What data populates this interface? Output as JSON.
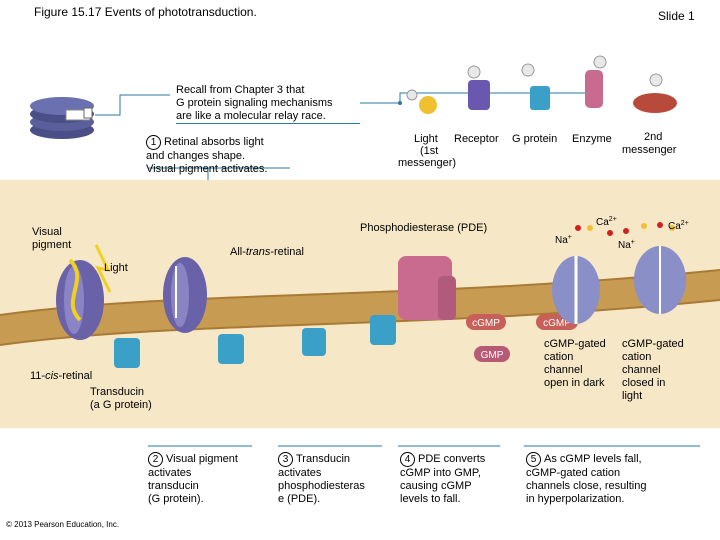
{
  "header": {
    "title": "Figure 15.17  Events of phototransduction.",
    "slide": "Slide 1"
  },
  "recall": {
    "lines": [
      "Recall from Chapter 3 that",
      "G protein signaling mechanisms",
      "are like a molecular relay race."
    ]
  },
  "relay": {
    "labels": {
      "light": "Light",
      "first_messenger": "(1st",
      "first_messenger2": "messenger)",
      "receptor": "Receptor",
      "gprotein": "G protein",
      "enzyme": "Enzyme",
      "second_messenger": "2nd",
      "second_messenger2": "messenger"
    }
  },
  "steps": {
    "s1": {
      "number": "1",
      "lines": [
        "Retinal absorbs light",
        "and changes shape.",
        "Visual pigment activates."
      ]
    },
    "s2": {
      "number": "2",
      "lines": [
        "Visual pigment",
        "activates",
        "transducin",
        "(G protein)."
      ]
    },
    "s3": {
      "number": "3",
      "lines": [
        "Transducin",
        "activates",
        "phosphodiesteras",
        "e (PDE)."
      ]
    },
    "s4": {
      "number": "4",
      "lines": [
        "PDE converts",
        "cGMP into GMP,",
        "causing cGMP",
        "levels to fall."
      ]
    },
    "s5": {
      "number": "5",
      "lines": [
        "As cGMP levels fall,",
        "cGMP-gated cation",
        "channels close, resulting",
        "in hyperpolarization."
      ]
    }
  },
  "labels": {
    "visual_pigment": [
      "Visual",
      "pigment"
    ],
    "light": "Light",
    "all_trans_prefix": "All-",
    "all_trans_italic": "trans",
    "all_trans_suffix": "-retinal",
    "cis_prefix": "11-",
    "cis_italic": "cis",
    "cis_suffix": "-retinal",
    "transducin": [
      "Transducin",
      "(a G protein)"
    ],
    "pde": "Phosphodiesterase (PDE)",
    "cgmp": "cGMP",
    "gmp": "GMP",
    "na": "Na",
    "ca": "Ca",
    "plus": "+",
    "two_plus": "2+",
    "open_channel": [
      "cGMP-gated",
      "cation",
      "channel",
      "open in dark"
    ],
    "closed_channel": [
      "cGMP-gated",
      "cation",
      "channel",
      "closed in",
      "light"
    ]
  },
  "footer": {
    "copyright": "© 2013 Pearson Education, Inc."
  },
  "colors": {
    "background_band": "#f6e7c6",
    "membrane": "#c79c52",
    "pigment": "#6a62a8",
    "transducin": "#3aa0c8",
    "pde": "#c96b8e",
    "channel": "#8a8fc8",
    "cgmp_pill": "#c8605a",
    "gmp_pill": "#b85a76",
    "leader": "#2a7aa0"
  }
}
